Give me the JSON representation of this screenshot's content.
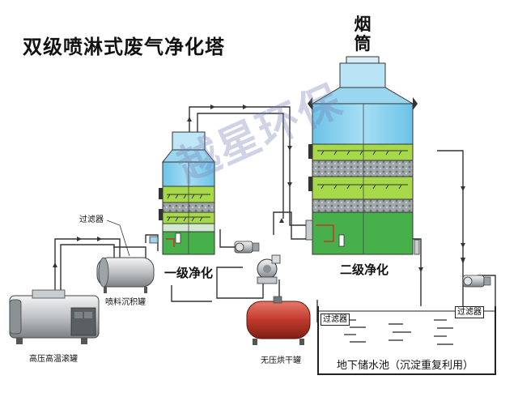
{
  "title": "双级喷淋式废气净化塔",
  "chimney_label": "烟筒",
  "stage1_label": "一级净化",
  "stage2_label": "二级净化",
  "filter_top_label": "过滤器",
  "filter_left_label": "过滤器",
  "filter_right_label": "过滤器",
  "spray_tank_label": "喷料沉积罐",
  "hp_tank_label": "高压高温滚罐",
  "dry_tank_label": "无压烘干罐",
  "water_tank_label": "地下储水池（沉淀重复利用）",
  "watermark": "越星环保",
  "colors": {
    "tower_top": "#8fd4f0",
    "packing": "#9ad23c",
    "pipe": "#333333",
    "tank_red": "#c0392b"
  }
}
